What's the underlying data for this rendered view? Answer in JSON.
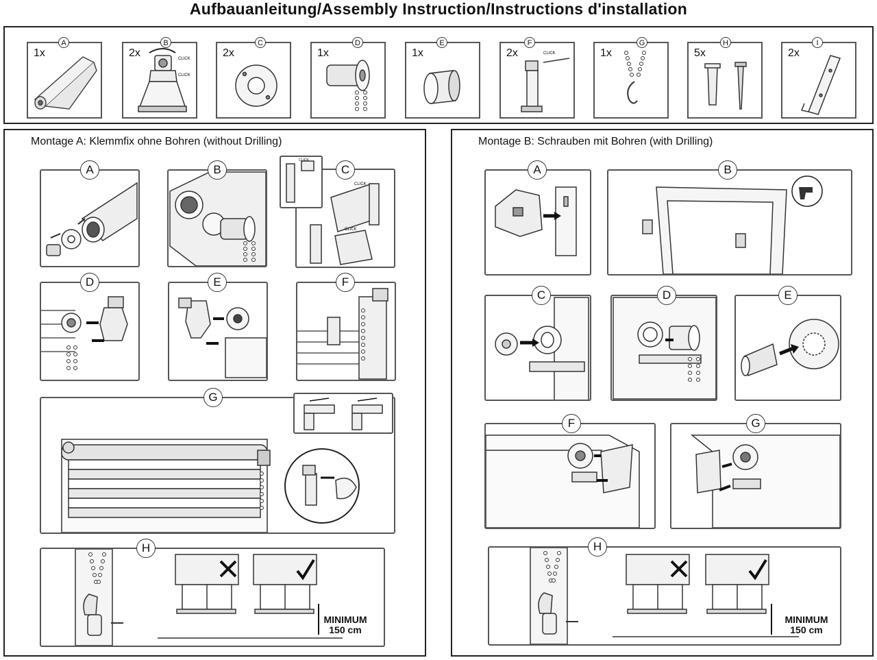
{
  "title": "Aufbauanleitung/Assembly Instruction/Instructions d'installation",
  "parts": [
    {
      "letter": "A",
      "qty": "1x",
      "icon": "roller-tube-icon"
    },
    {
      "letter": "B",
      "qty": "2x",
      "icon": "clamp-bracket-icon",
      "note": "CLICK"
    },
    {
      "letter": "C",
      "qty": "2x",
      "icon": "washer-plate-icon"
    },
    {
      "letter": "D",
      "qty": "1x",
      "icon": "chain-mechanism-icon"
    },
    {
      "letter": "E",
      "qty": "1x",
      "icon": "end-plug-icon"
    },
    {
      "letter": "F",
      "qty": "2x",
      "icon": "mounting-bracket-icon",
      "note": "CLICK"
    },
    {
      "letter": "G",
      "qty": "1x",
      "icon": "chain-hook-icon"
    },
    {
      "letter": "H",
      "qty": "5x",
      "icon": "dowel-screw-icon"
    },
    {
      "letter": "I",
      "qty": "2x",
      "icon": "wall-bracket-icon"
    }
  ],
  "sectionA": {
    "title": "Montage A: Klemmfix ohne Bohren (without Drilling)",
    "steps": [
      "A",
      "B",
      "C",
      "D",
      "E",
      "F",
      "G",
      "H"
    ],
    "click": "CLICK",
    "minimum": "MINIMUM",
    "distance": "150 cm"
  },
  "sectionB": {
    "title": "Montage B: Schrauben mit Bohren (with Drilling)",
    "steps": [
      "A",
      "B",
      "C",
      "D",
      "E",
      "F",
      "G",
      "H"
    ],
    "minimum": "MINIMUM",
    "distance": "150 cm"
  }
}
